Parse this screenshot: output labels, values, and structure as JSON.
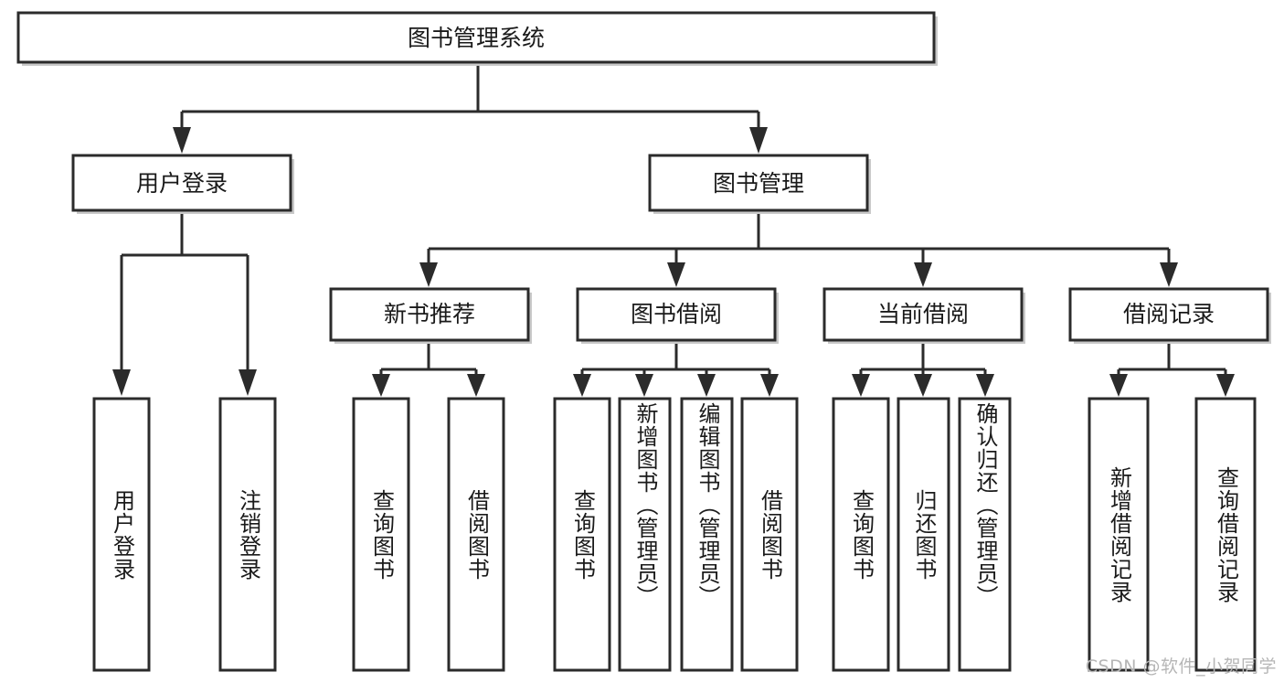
{
  "diagram": {
    "type": "tree-hierarchy-diagram",
    "title": "图书管理系统",
    "watermark": "CSDN @软件_小贺同学",
    "colors": {
      "box_stroke": "#2b2b2b",
      "box_fill": "#ffffff",
      "box_shadow": "#c9c9c9",
      "text": "#1a1a1a",
      "watermark_text": "#b6b6b6",
      "background": "#ffffff"
    },
    "levels": {
      "root": {
        "label": "图书管理系统",
        "orientation": "horizontal"
      },
      "level2": [
        {
          "label": "用户登录",
          "orientation": "horizontal"
        },
        {
          "label": "图书管理",
          "orientation": "horizontal"
        }
      ],
      "level3": [
        {
          "label": "新书推荐",
          "orientation": "horizontal",
          "parent": "图书管理"
        },
        {
          "label": "图书借阅",
          "orientation": "horizontal",
          "parent": "图书管理"
        },
        {
          "label": "当前借阅",
          "orientation": "horizontal",
          "parent": "图书管理"
        },
        {
          "label": "借阅记录",
          "orientation": "horizontal",
          "parent": "图书管理"
        }
      ],
      "leaves": [
        {
          "label": "用户登录",
          "orientation": "vertical",
          "parent": "用户登录"
        },
        {
          "label": "注销登录",
          "orientation": "vertical",
          "parent": "用户登录"
        },
        {
          "label": "查询图书",
          "orientation": "vertical",
          "parent": "新书推荐"
        },
        {
          "label": "借阅图书",
          "orientation": "vertical",
          "parent": "新书推荐"
        },
        {
          "label": "查询图书",
          "orientation": "vertical",
          "parent": "图书借阅"
        },
        {
          "label": "新增图书（管理员）",
          "orientation": "vertical",
          "parent": "图书借阅"
        },
        {
          "label": "编辑图书（管理员）",
          "orientation": "vertical",
          "parent": "图书借阅"
        },
        {
          "label": "借阅图书",
          "orientation": "vertical",
          "parent": "图书借阅"
        },
        {
          "label": "查询图书",
          "orientation": "vertical",
          "parent": "当前借阅"
        },
        {
          "label": "归还图书",
          "orientation": "vertical",
          "parent": "当前借阅"
        },
        {
          "label": "确认归还（管理员）",
          "orientation": "vertical",
          "parent": "当前借阅"
        },
        {
          "label": "新增借阅记录",
          "orientation": "vertical",
          "parent": "借阅记录"
        },
        {
          "label": "查询借阅记录",
          "orientation": "vertical",
          "parent": "借阅记录"
        }
      ]
    }
  }
}
